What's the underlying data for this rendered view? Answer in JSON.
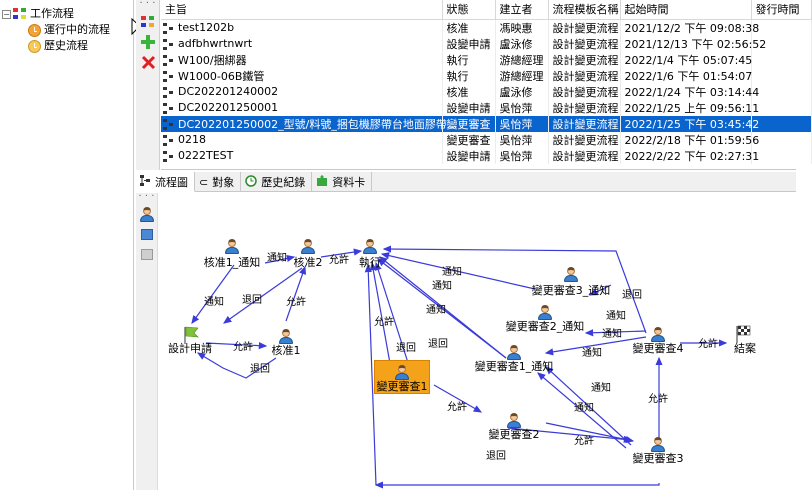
{
  "tree": {
    "root": "工作流程",
    "running": "運行中的流程",
    "history": "歷史流程"
  },
  "grid": {
    "columns": [
      "主旨",
      "狀態",
      "建立者",
      "流程模板名稱",
      "起始時間",
      "發行時間"
    ],
    "rows": [
      [
        "test1202b",
        "核准",
        "馮映惠",
        "設計變更流程",
        "2021/12/2 下午 09:08:38",
        ""
      ],
      [
        "adfbhwrtnwrt",
        "設變申請",
        "盧泳修",
        "設計變更流程",
        "2021/12/13 下午 02:56:52",
        ""
      ],
      [
        "W100/捆綁器",
        "執行",
        "游總經理",
        "設計變更流程",
        "2022/1/4 下午 05:07:45",
        ""
      ],
      [
        "W1000-06B鐵管",
        "執行",
        "游總經理",
        "設計變更流程",
        "2022/1/6 下午 01:54:07",
        ""
      ],
      [
        "DC202201240002",
        "核准",
        "盧泳修",
        "設計變更流程",
        "2022/1/24 下午 03:14:44",
        ""
      ],
      [
        "DC202201250001",
        "設變申請",
        "吳怡萍",
        "設計變更流程",
        "2022/1/25 上午 09:56:11",
        ""
      ],
      [
        "DC202201250002_型號/料號_捆包機膠帶台地面膠帶...",
        "變更審查",
        "吳怡萍",
        "設計變更流程",
        "2022/1/25 下午 03:45:42",
        ""
      ],
      [
        "0218",
        "變更審查",
        "吳怡萍",
        "設計變更流程",
        "2022/2/18 下午 01:59:56",
        ""
      ],
      [
        "0222TEST",
        "設變申請",
        "吳怡萍",
        "設計變更流程",
        "2022/2/22 下午 02:27:31",
        ""
      ]
    ],
    "selected_row": 6
  },
  "tabs": [
    "流程圖",
    "對象",
    "歷史紀錄",
    "資料卡"
  ],
  "diagram": {
    "nodes": {
      "approve1_notify": "核准1_通知",
      "approve2": "核准2",
      "execute": "執行",
      "design_apply": "設計申請",
      "approve1": "核准1",
      "review1": "變更審查1",
      "review1_notify": "變更審查1_通知",
      "review2": "變更審查2",
      "review2_notify": "變更審查2_通知",
      "review3": "變更審查3",
      "review3_notify": "變更審查3_通知",
      "review4": "變更審查4",
      "close": "結案"
    },
    "labels": {
      "notify": "通知",
      "allow": "允許",
      "reject": "退回"
    }
  },
  "colors": {
    "selection": "#0a64ce",
    "edge": "#3b3bd9",
    "selected_node": "#f4a21a"
  }
}
